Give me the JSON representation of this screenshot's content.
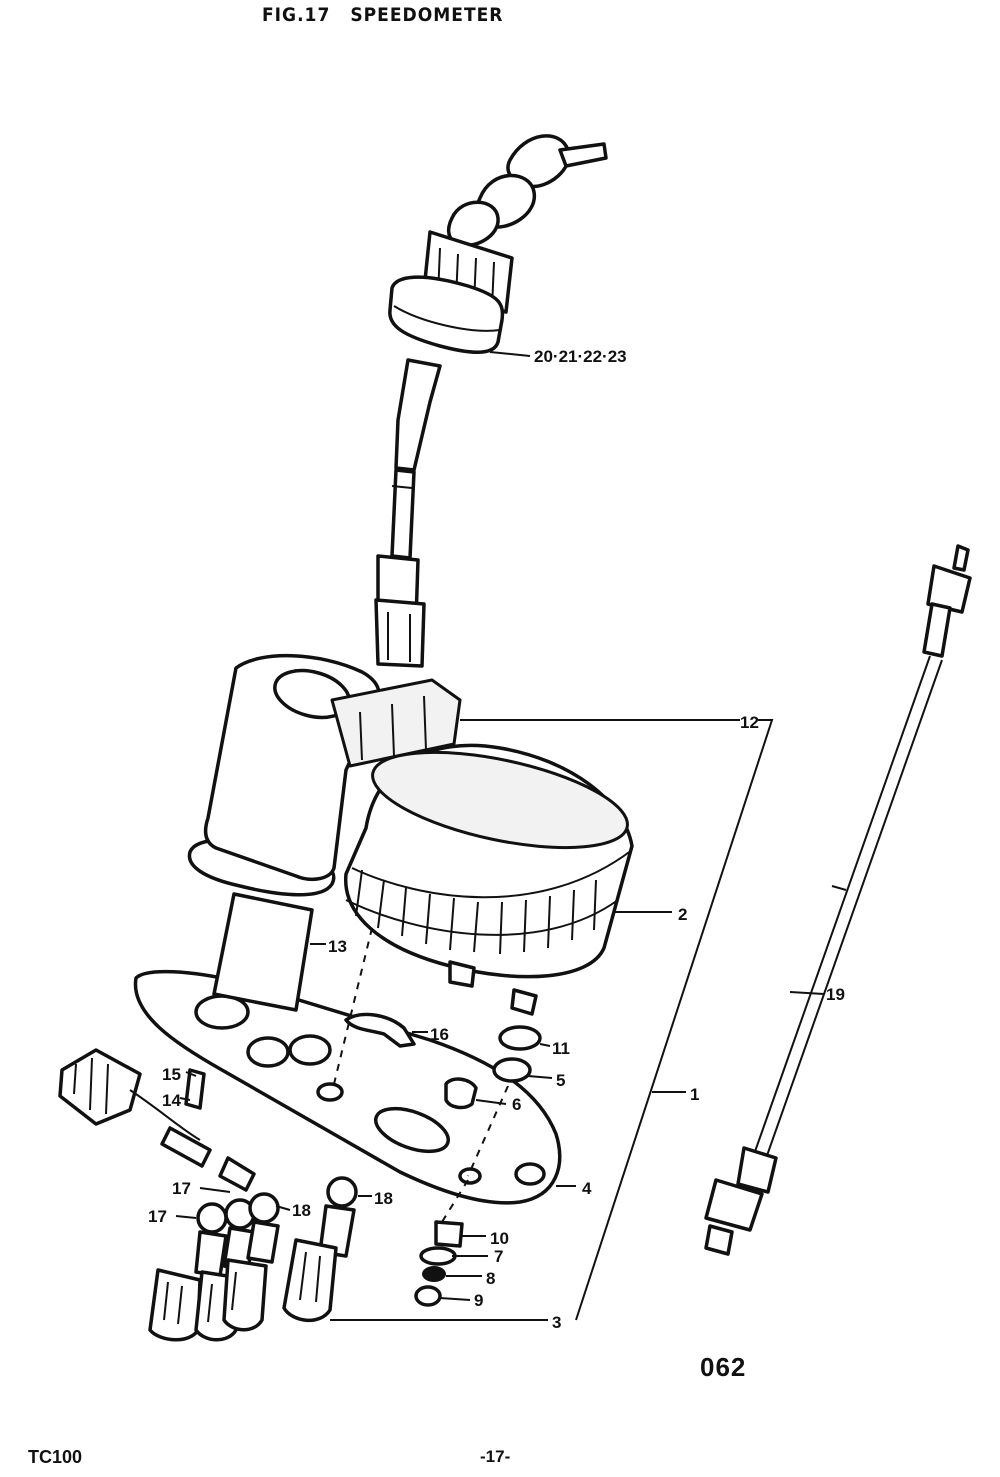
{
  "header": {
    "fig": "FIG.17",
    "name": "SPEEDOMETER"
  },
  "footer": {
    "model": "TC100",
    "page": "-17-",
    "code": "062"
  },
  "callouts": {
    "c1": "1",
    "c2": "2",
    "c3": "3",
    "c4": "4",
    "c5": "5",
    "c6": "6",
    "c7": "7",
    "c8": "8",
    "c9": "9",
    "c10": "10",
    "c11": "11",
    "c12": "12",
    "c13": "13",
    "c14": "14",
    "c15": "15",
    "c16": "16",
    "c17a": "17",
    "c17b": "17",
    "c18a": "18",
    "c18b": "18",
    "c19": "19",
    "c20": "20·21·22·23"
  }
}
